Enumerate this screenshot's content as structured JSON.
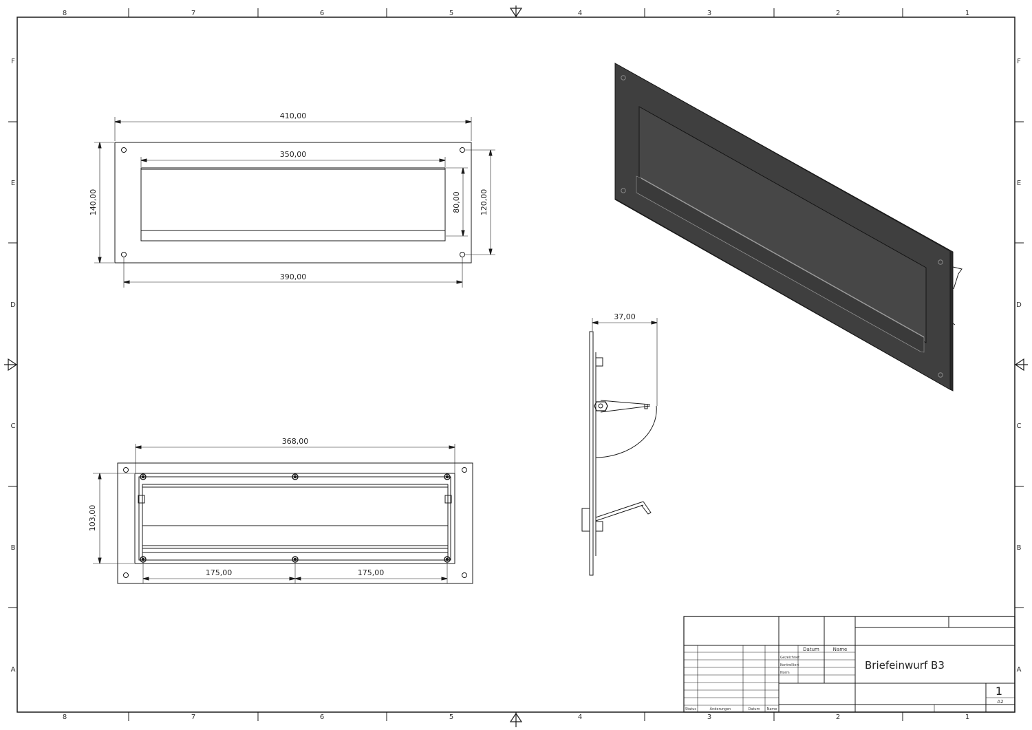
{
  "drawing": {
    "title": "Briefeinwurf B3",
    "sheet_number": "1",
    "format": "A2"
  },
  "zones": {
    "columns": [
      "8",
      "7",
      "6",
      "5",
      "4",
      "3",
      "2",
      "1"
    ],
    "rows": [
      "F",
      "E",
      "D",
      "C",
      "B",
      "A"
    ]
  },
  "dimensions": {
    "front_overall_width": "410,00",
    "front_slot_width": "350,00",
    "front_overall_height": "140,00",
    "front_slot_height": "80,00",
    "front_hole_vertical": "120,00",
    "front_hole_horizontal": "390,00",
    "back_width": "368,00",
    "back_height": "103,00",
    "back_left_half": "175,00",
    "back_right_half": "175,00",
    "side_depth": "37,00"
  },
  "title_block": {
    "col_date": "Datum",
    "col_name": "Name",
    "row_drawn": "Gezeichnet",
    "row_checked": "Kontrolliert",
    "row_norm": "Norm",
    "rev_status": "Status",
    "rev_changes": "Änderungen",
    "rev_date": "Datum",
    "rev_name": "Name"
  },
  "colors": {
    "line": "#1a1a1a",
    "plate_dark": "#3f3f3f",
    "slot_dark": "#474747",
    "highlight": "#9a9a9a"
  }
}
